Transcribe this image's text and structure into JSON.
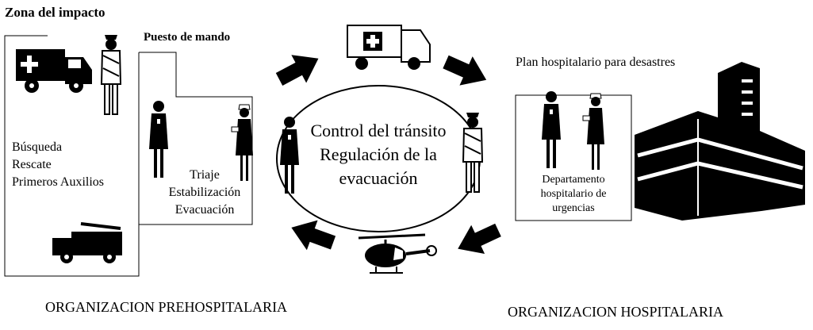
{
  "zona": {
    "title": "Zona del impacto",
    "lines": [
      "Búsqueda",
      "Rescate",
      "Primeros Auxilios"
    ]
  },
  "puesto": {
    "title": "Puesto de mando",
    "lines": [
      "Triaje",
      "Estabilización",
      "Evacuación"
    ]
  },
  "control": {
    "lines": [
      "Control del tránsito",
      "Regulación de la",
      "evacuación"
    ]
  },
  "plan": {
    "title": "Plan hospitalario para desastres"
  },
  "urgencias": {
    "lines": [
      "Departamento",
      "hospitalario de",
      "urgencias"
    ]
  },
  "footer": {
    "left": "ORGANIZACION PREHOSPITALARIA",
    "right": "ORGANIZACION HOSPITALARIA"
  }
}
